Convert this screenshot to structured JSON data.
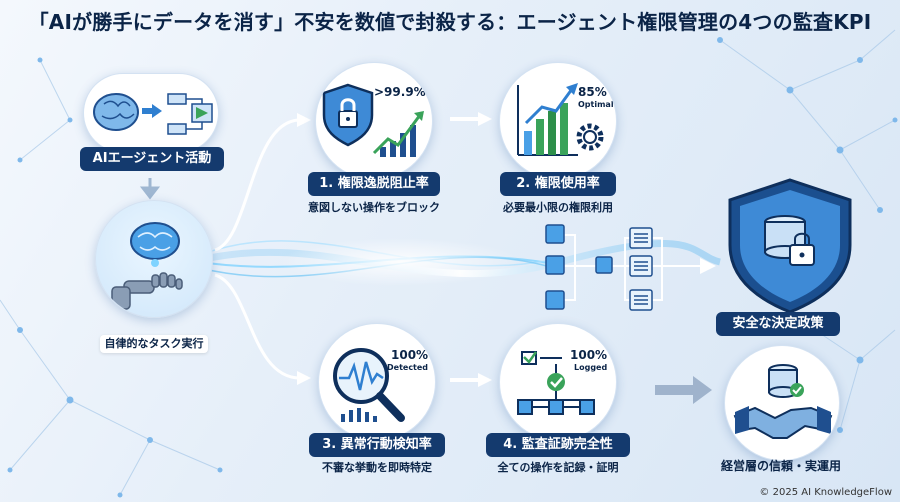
{
  "title": "「AIが勝手にデータを消す」不安を数値で封殺する：エージェント権限管理の4つの監査KPI",
  "agent": {
    "activity_label": "AIエージェント活動",
    "task_label": "自律的なタスク実行"
  },
  "kpis": [
    {
      "value": ">99.9%",
      "value_note": "",
      "name": "1. 権限逸脱阻止率",
      "description": "意図しない操作をブロック",
      "icon": "shield-lock-chart-icon"
    },
    {
      "value": "85%",
      "value_note": "Optimal",
      "name": "2. 権限使用率",
      "description": "必要最小限の権限利用",
      "icon": "bar-chart-gear-icon"
    },
    {
      "value": "100%",
      "value_note": "Detected",
      "name": "3. 異常行動検知率",
      "description": "不審な挙動を即時特定",
      "icon": "magnifier-waveform-icon"
    },
    {
      "value": "100%",
      "value_note": "Logged",
      "name": "4. 監査証跡完全性",
      "description": "全ての操作を記録・証明",
      "icon": "checklist-flow-icon"
    }
  ],
  "outcomes": {
    "policy_label": "安全な決定政策",
    "adoption_label": "経営層の信頼・実運用"
  },
  "footer": "© 2025 AI KnowledgeFlow",
  "colors": {
    "navy": "#143a6e",
    "accent_blue": "#2f7fd0",
    "green": "#3aa35a",
    "cyan_glow": "#7fd3ff"
  }
}
